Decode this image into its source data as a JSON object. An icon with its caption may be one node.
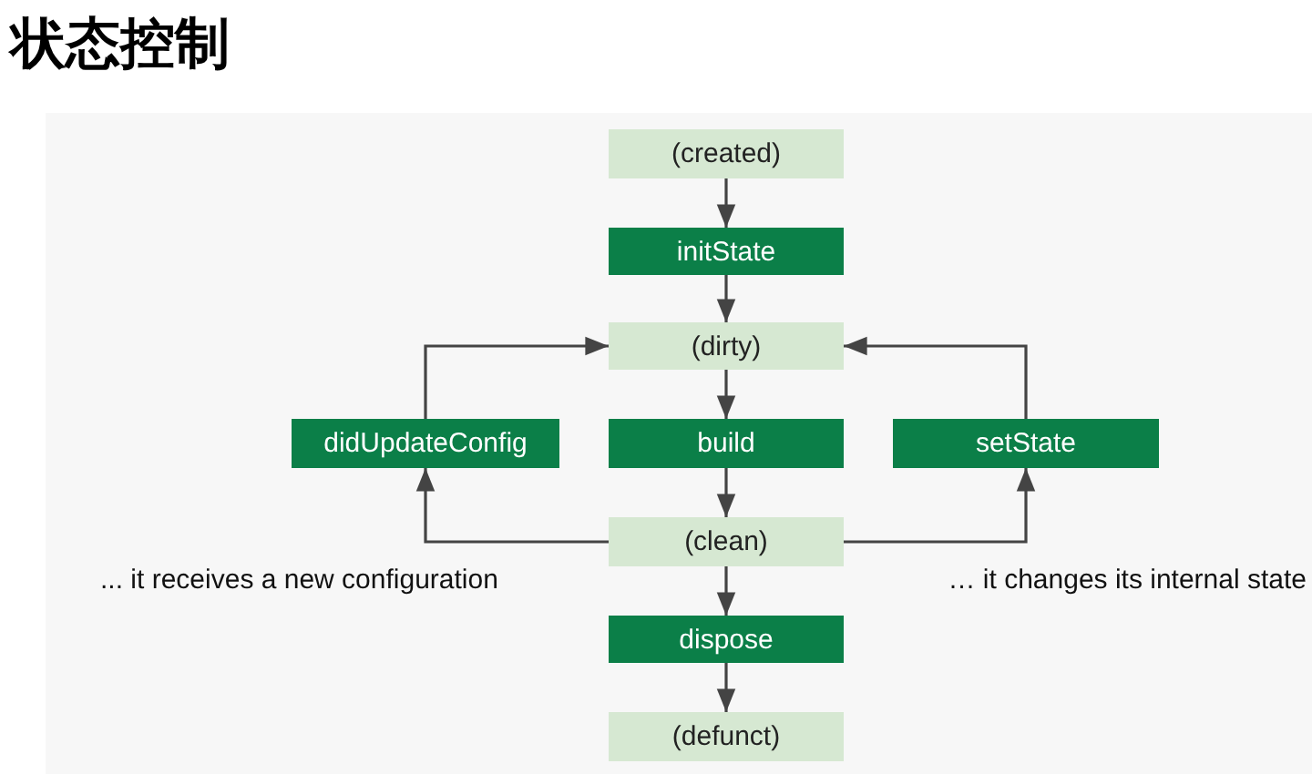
{
  "diagram": {
    "title": "状态控制",
    "nodes": [
      {
        "text": [
          "(created)"
        ]
      },
      {
        "text": [
          "initState"
        ]
      },
      {
        "text": [
          "(dirty)"
        ]
      },
      {
        "text": [
          "didUpdateConfig"
        ]
      },
      {
        "text": [
          "build"
        ]
      },
      {
        "text": [
          "setState"
        ]
      },
      {
        "text": [
          "(clean)"
        ]
      },
      {
        "text": [
          "dispose"
        ]
      },
      {
        "text": [
          "(defunct)"
        ]
      }
    ],
    "edges": [
      {
        "from": 0,
        "to": 1,
        "arrow": "to"
      },
      {
        "from": 1,
        "to": 2,
        "arrow": "to"
      },
      {
        "from": 2,
        "to": 4,
        "arrow": "to"
      },
      {
        "from": 4,
        "to": 6,
        "arrow": "to"
      },
      {
        "from": 6,
        "to": 3,
        "arrow": "to"
      },
      {
        "from": 3,
        "to": 2,
        "arrow": "to"
      },
      {
        "from": 6,
        "to": 5,
        "arrow": "to"
      },
      {
        "from": 5,
        "to": 2,
        "arrow": "to"
      },
      {
        "from": 6,
        "to": 7,
        "arrow": "to"
      },
      {
        "from": 7,
        "to": 8,
        "arrow": "to"
      }
    ],
    "labels": [
      "... it receives a new configuration",
      "… it changes its internal state"
    ]
  }
}
